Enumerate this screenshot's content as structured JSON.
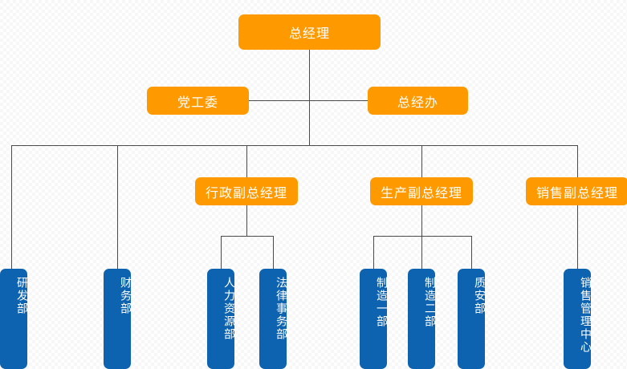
{
  "chart_data": {
    "type": "diagram",
    "title": "",
    "diagram_kind": "organization-chart",
    "orientation": "top-down",
    "colors": {
      "executive_node": "#ff9900",
      "department_node": "#0d63b0",
      "connector": "#4a4a4a",
      "background": "#f7f7f7",
      "node_text": "#ffffff"
    },
    "levels": [
      {
        "level": 1,
        "labels": [
          "总经理"
        ]
      },
      {
        "level": 2,
        "labels": [
          "党工委",
          "总经办"
        ]
      },
      {
        "level": 3,
        "labels": [
          "行政副总经理",
          "生产副总经理",
          "销售副总经理"
        ]
      },
      {
        "level": 4,
        "labels": [
          "研发部",
          "财务部",
          "人力资源部",
          "法律事务部",
          "制造一部",
          "制造二部",
          "质安部",
          "销售管理中心"
        ]
      }
    ],
    "edges": [
      {
        "from": "总经理",
        "to": "党工委"
      },
      {
        "from": "总经理",
        "to": "总经办"
      },
      {
        "from": "总经理",
        "to": "研发部"
      },
      {
        "from": "总经理",
        "to": "财务部"
      },
      {
        "from": "总经理",
        "to": "行政副总经理"
      },
      {
        "from": "总经理",
        "to": "生产副总经理"
      },
      {
        "from": "总经理",
        "to": "销售副总经理"
      },
      {
        "from": "行政副总经理",
        "to": "人力资源部"
      },
      {
        "from": "行政副总经理",
        "to": "法律事务部"
      },
      {
        "from": "生产副总经理",
        "to": "制造一部"
      },
      {
        "from": "生产副总经理",
        "to": "制造二部"
      },
      {
        "from": "生产副总经理",
        "to": "质安部"
      },
      {
        "from": "销售副总经理",
        "to": "销售管理中心"
      }
    ]
  },
  "nodes": {
    "general_manager": "总经理",
    "party_committee": "党工委",
    "gm_office": "总经办",
    "vp_admin": "行政副总经理",
    "vp_production": "生产副总经理",
    "vp_sales": "销售副总经理",
    "dept_rd": "研发部",
    "dept_finance": "财务部",
    "dept_hr": "人力资源部",
    "dept_legal": "法律事务部",
    "dept_manufacturing_1": "制造一部",
    "dept_manufacturing_2": "制造二部",
    "dept_quality_safety": "质安部",
    "dept_sales_center": "销售管理中心"
  }
}
